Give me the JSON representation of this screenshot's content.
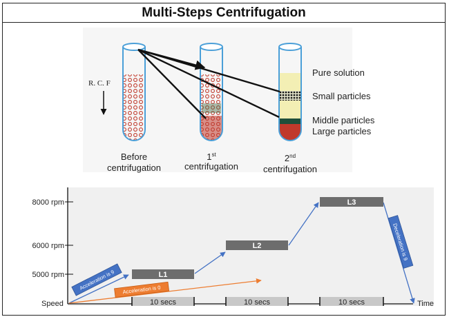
{
  "title": "Multi-Steps Centrifugation",
  "top": {
    "rcf_label": "R. C. F",
    "tubes": [
      {
        "line1": "Before",
        "line2": "centrifugation"
      },
      {
        "num": "1",
        "sup": "st",
        "line2": "centrifugation"
      },
      {
        "num": "2",
        "sup": "nd",
        "line2": "centrifugation"
      }
    ],
    "layers": [
      "Pure solution",
      "Small particles",
      "Middle particles",
      "Large particles"
    ]
  },
  "bottom": {
    "y_levels": [
      "8000 rpm",
      "6000 rpm",
      "5000 rpm"
    ],
    "steps": [
      "L1",
      "L2",
      "L3"
    ],
    "durations": [
      "10 secs",
      "10 secs",
      "10 secs"
    ],
    "x_start": "Speed",
    "x_end": "Time",
    "accel_label_1": "Acceleration is 9",
    "accel_label_0": "Acceleration is 0",
    "decel_label": "Deceleration is 9",
    "colors": {
      "step_box": "#6d6d6d",
      "blue": "#4472c4",
      "orange": "#ed7d31",
      "panel": "#f0f0f0"
    }
  }
}
